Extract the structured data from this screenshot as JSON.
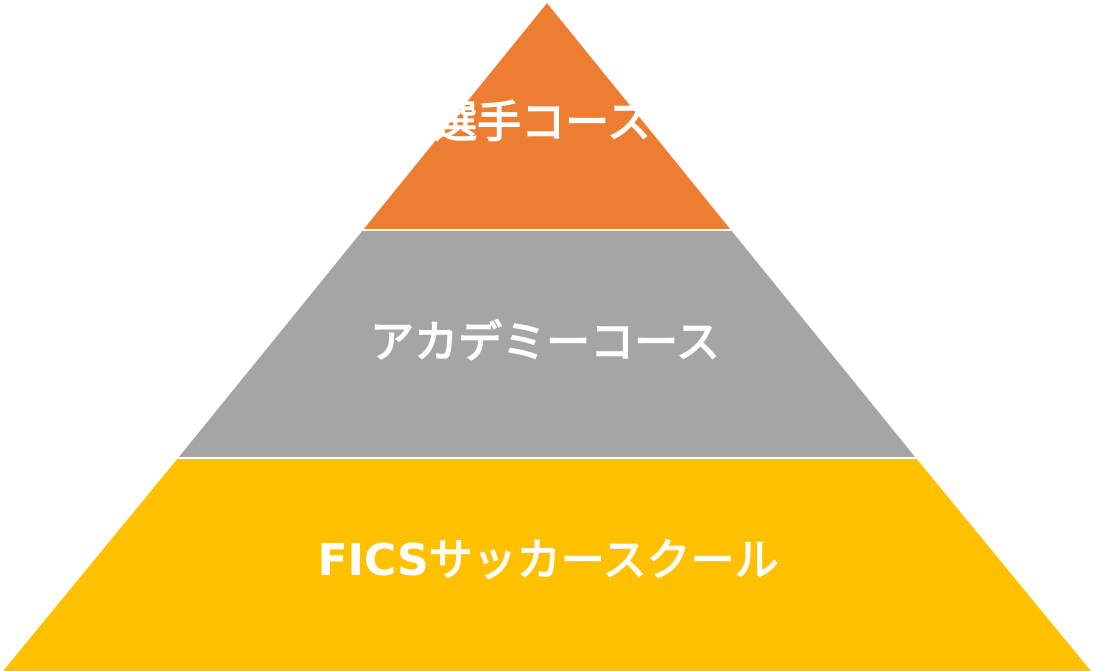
{
  "pyramid": {
    "tiers": [
      {
        "label": "選手コース",
        "color": "#ED7D31"
      },
      {
        "label": "アカデミーコース",
        "color": "#A5A5A5"
      },
      {
        "label": "FICSサッカースクール",
        "color": "#FFC000"
      }
    ]
  }
}
